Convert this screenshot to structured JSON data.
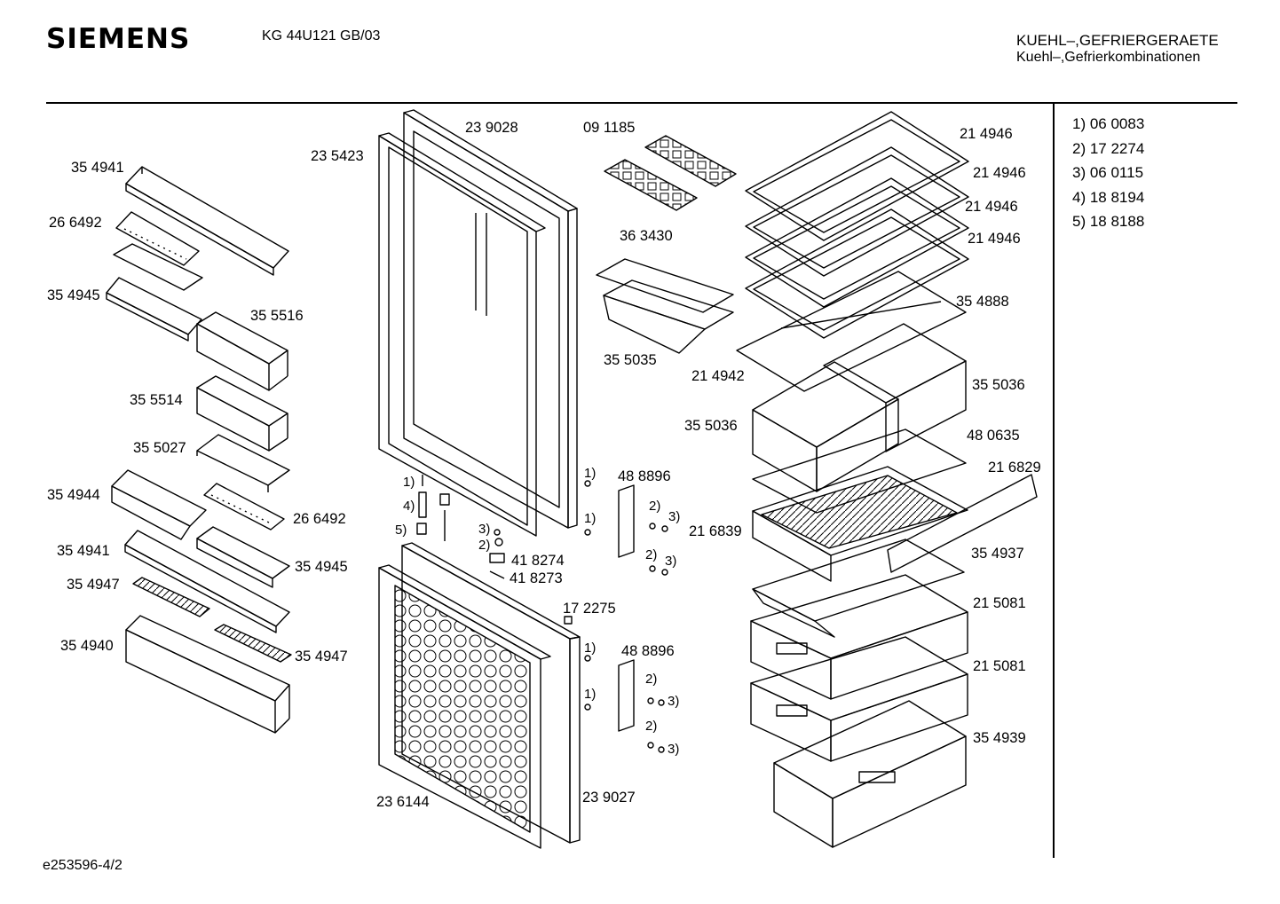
{
  "header": {
    "brand": "SIEMENS",
    "model": "KG 44U121 GB/03",
    "category_line1": "KUEHL–,GEFRIERGERAETE",
    "category_line2": "Kuehl–,Gefrierkombinationen"
  },
  "footer": {
    "doc_id": "e253596-4/2"
  },
  "legend": [
    "1) 06 0083",
    "2) 17 2274",
    "3) 06 0115",
    "4) 18 8194",
    "5) 18 8188"
  ],
  "parts": {
    "p_354941_a": "35 4941",
    "p_266492_a": "26 6492",
    "p_354945_a": "35 4945",
    "p_355516": "35 5516",
    "p_355514": "35 5514",
    "p_355027": "35 5027",
    "p_354944": "35 4944",
    "p_266492_b": "26 6492",
    "p_354941_b": "35 4941",
    "p_354945_b": "35 4945",
    "p_354947_a": "35 4947",
    "p_354940": "35 4940",
    "p_354947_b": "35 4947",
    "p_239028": "23 9028",
    "p_235423": "23 5423",
    "p_091185": "09 1185",
    "p_363430": "36 3430",
    "p_355035": "35 5035",
    "p_214946_a": "21 4946",
    "p_214946_b": "21 4946",
    "p_214946_c": "21 4946",
    "p_214946_d": "21 4946",
    "p_354888": "35 4888",
    "p_214942": "21 4942",
    "p_355036_a": "35 5036",
    "p_355036_b": "35 5036",
    "p_480635": "48 0635",
    "p_216829": "21 6829",
    "p_216839": "21 6839",
    "p_354937": "35 4937",
    "p_215081_a": "21 5081",
    "p_215081_b": "21 5081",
    "p_354939": "35 4939",
    "p_488896_a": "48 8896",
    "p_488896_b": "48 8896",
    "p_418274": "41 8274",
    "p_418273": "41 8273",
    "p_172275": "17 2275",
    "p_236144": "23 6144",
    "p_239027": "23 9027"
  },
  "refs": {
    "r1_a": "1)",
    "r4_a": "4)",
    "r5_a": "5)",
    "r3_a": "3)",
    "r2_a": "2)",
    "r1_b": "1)",
    "r1_c": "1)",
    "r2_b": "2)",
    "r3_b": "3)",
    "r2_c": "2)",
    "r3_c": "3)",
    "r1_d": "1)",
    "r1_e": "1)",
    "r2_d": "2)",
    "r3_d": "3)",
    "r2_e": "2)",
    "r3_e": "3)"
  },
  "colors": {
    "line": "#000000",
    "background": "#ffffff"
  }
}
